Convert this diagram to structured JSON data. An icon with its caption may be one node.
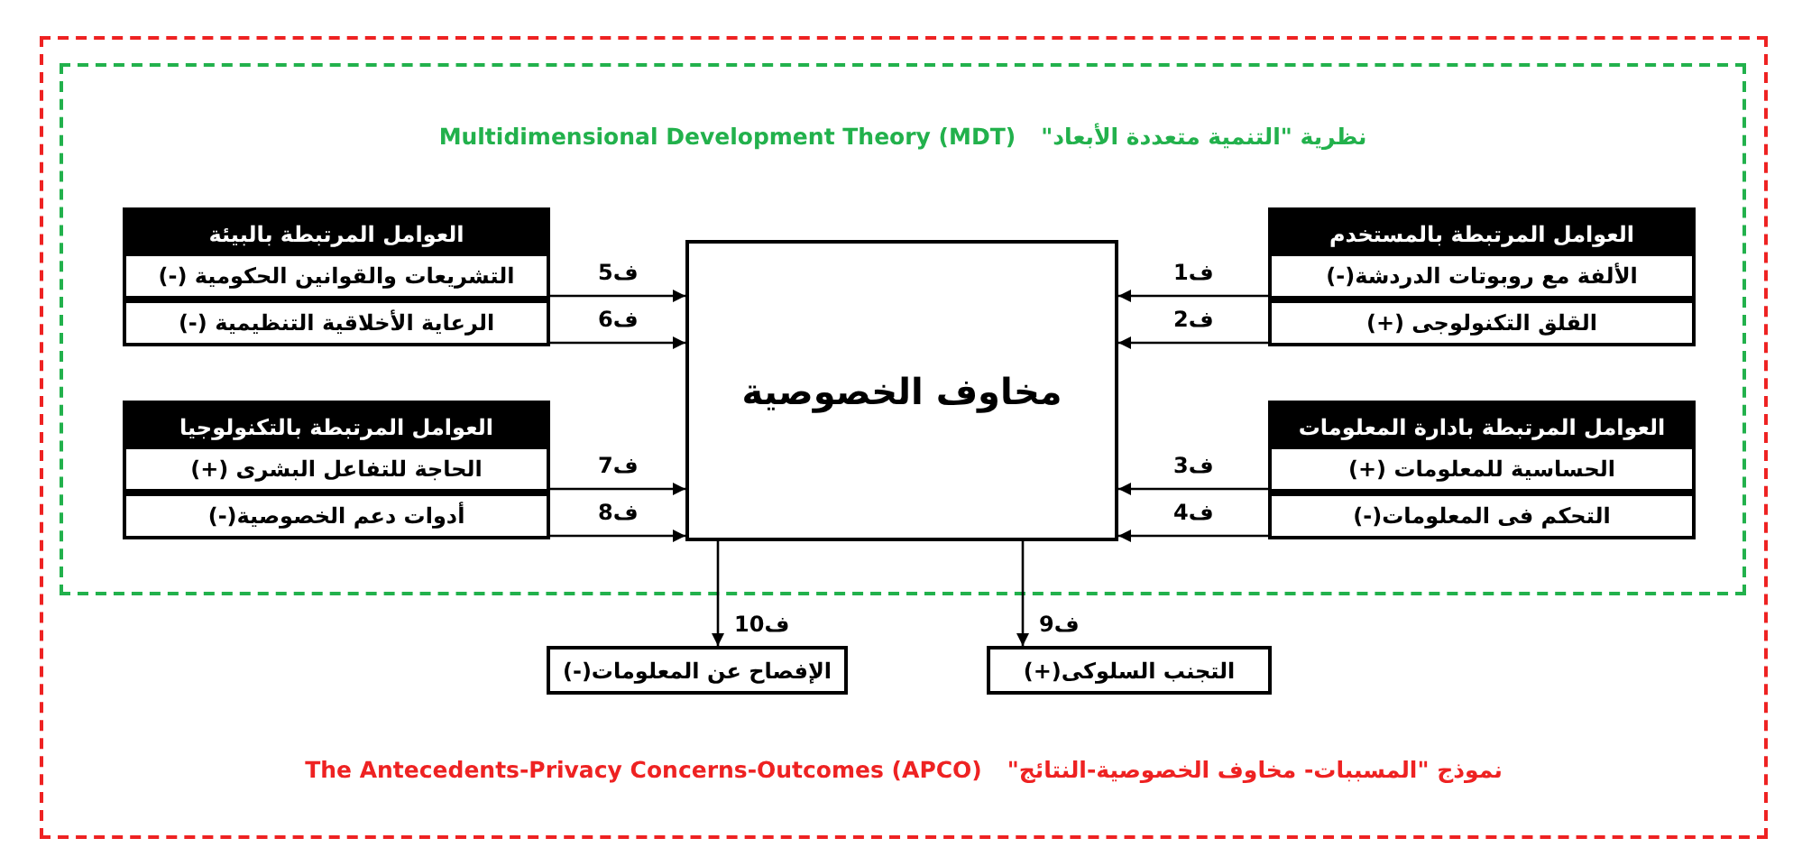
{
  "diagram": {
    "nodes": [
      {
        "text": [
          "نموذج \"المسببات- مخاوف الخصوصية-النتائج\"",
          "The Antecedents-Privacy Concerns-Outcomes (APCO)"
        ]
      },
      {
        "text": [
          "نظرية \"التنمية متعددة الأبعاد\"",
          "Multidimensional Development Theory (MDT)"
        ],
        "in": 0
      },
      {
        "text": [
          "العوامل المرتبطة بالمستخدم"
        ],
        "in": 1
      },
      {
        "text": [
          "الألفة مع روبوتات الدردشة(-)"
        ],
        "in": 2
      },
      {
        "text": [
          "القلق التكنولوجى (+)"
        ],
        "in": 2
      },
      {
        "text": [
          "العوامل المرتبطة بالبيئة"
        ],
        "in": 1
      },
      {
        "text": [
          "التشريعات والقوانين الحكومية (-)"
        ],
        "in": 5
      },
      {
        "text": [
          "الرعاية الأخلاقية التنظيمية (-)"
        ],
        "in": 5
      },
      {
        "text": [
          "العوامل المرتبطة بادارة المعلومات"
        ],
        "in": 1
      },
      {
        "text": [
          "الحساسية للمعلومات (+)"
        ],
        "in": 8
      },
      {
        "text": [
          "التحكم فى المعلومات(-)"
        ],
        "in": 8
      },
      {
        "text": [
          "العوامل المرتبطة بالتكنولوجيا"
        ],
        "in": 1
      },
      {
        "text": [
          "الحاجة للتفاعل البشرى (+)"
        ],
        "in": 11
      },
      {
        "text": [
          "أدوات دعم الخصوصية(-)"
        ],
        "in": 11
      },
      {
        "text": [
          "مخاوف الخصوصية"
        ],
        "in": 1
      },
      {
        "text": [
          "التجنب السلوكى(+)"
        ],
        "in": 0
      },
      {
        "text": [
          "الإفصاح عن المعلومات(-)"
        ],
        "in": 0
      }
    ],
    "edges": [
      {
        "from": 3,
        "to": 14,
        "arrow": "to",
        "label": "ف1"
      },
      {
        "from": 4,
        "to": 14,
        "arrow": "to",
        "label": "ف2"
      },
      {
        "from": 9,
        "to": 14,
        "arrow": "to",
        "label": "ف3"
      },
      {
        "from": 10,
        "to": 14,
        "arrow": "to",
        "label": "ف4"
      },
      {
        "from": 6,
        "to": 14,
        "arrow": "to",
        "label": "ف5"
      },
      {
        "from": 7,
        "to": 14,
        "arrow": "to",
        "label": "ف6"
      },
      {
        "from": 12,
        "to": 14,
        "arrow": "to",
        "label": "ف7"
      },
      {
        "from": 13,
        "to": 14,
        "arrow": "to",
        "label": "ف8"
      },
      {
        "from": 14,
        "to": 15,
        "arrow": "to",
        "label": "ف9"
      },
      {
        "from": 14,
        "to": 16,
        "arrow": "to",
        "label": "ف10"
      }
    ]
  }
}
